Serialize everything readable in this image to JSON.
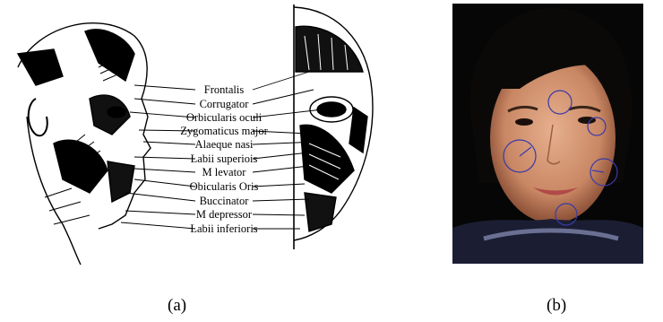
{
  "figure": {
    "panel_a": {
      "caption": "(a)",
      "muscle_labels": [
        "Frontalis",
        "Corrugator",
        "Orbicularis oculi",
        "Zygomaticus major",
        "Alaeque nasi",
        "Labii superiois",
        "M levator",
        "Obicularis Oris",
        "Buccinator",
        "M depressor",
        "Labii inferioris"
      ]
    },
    "panel_b": {
      "caption": "(b)",
      "marker_color": "#3a3aa8",
      "background_color": "#060606"
    }
  }
}
